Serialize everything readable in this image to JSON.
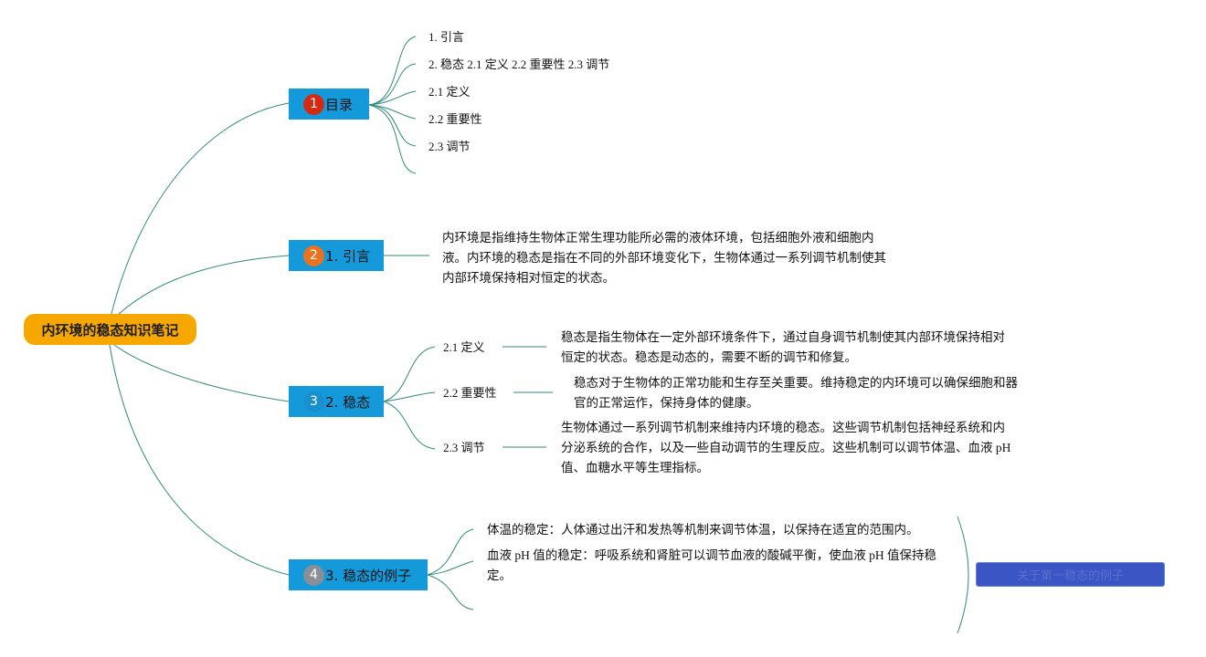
{
  "root": {
    "label": "内环境的稳态知识笔记"
  },
  "colors": {
    "connector": "#2e8b7a",
    "root_fill": "#f7a800",
    "branch_fill": "#149adb"
  },
  "branches": [
    {
      "badge": "1",
      "badge_color": "#d42a14",
      "label": "目录"
    },
    {
      "badge": "2",
      "badge_color": "#e9731e",
      "label": "1. 引言"
    },
    {
      "badge": "3",
      "badge_color": "#1a8fd0",
      "label": "2. 稳态"
    },
    {
      "badge": "4",
      "badge_color": "#8a8f96",
      "label": "3. 稳态的例子"
    }
  ],
  "toc": {
    "items": [
      "1. 引言",
      "2. 稳态 2.1 定义 2.2 重要性 2.3 调节",
      "2.1 定义",
      "2.2 重要性",
      "2.3 调节"
    ]
  },
  "intro": {
    "text": "内环境是指维持生物体正常生理功能所必需的液体环境，包括细胞外液和细胞内液。内环境的稳态是指在不同的外部环境变化下，生物体通过一系列调节机制使其内部环境保持相对恒定的状态。"
  },
  "steady": {
    "subs": [
      {
        "label": "2.1 定义",
        "text": "稳态是指生物体在一定外部环境条件下，通过自身调节机制使其内部环境保持相对恒定的状态。稳态是动态的，需要不断的调节和修复。"
      },
      {
        "label": "2.2 重要性",
        "text": "稳态对于生物体的正常功能和生存至关重要。维持稳定的内环境可以确保细胞和器官的正常运作，保持身体的健康。"
      },
      {
        "label": "2.3 调节",
        "text": "生物体通过一系列调节机制来维持内环境的稳态。这些调节机制包括神经系统和内分泌系统的合作，以及一些自动调节的生理反应。这些机制可以调节体温、血液 pH 值、血糖水平等生理指标。"
      }
    ]
  },
  "examples": {
    "items": [
      "体温的稳定：人体通过出汗和发热等机制来调节体温，以保持在适宜的范围内。",
      "血液 pH 值的稳定：呼吸系统和肾脏可以调节血液的酸碱平衡，使血液 pH 值保持稳定。"
    ],
    "floating_label": "关于第一稳态的例子"
  }
}
